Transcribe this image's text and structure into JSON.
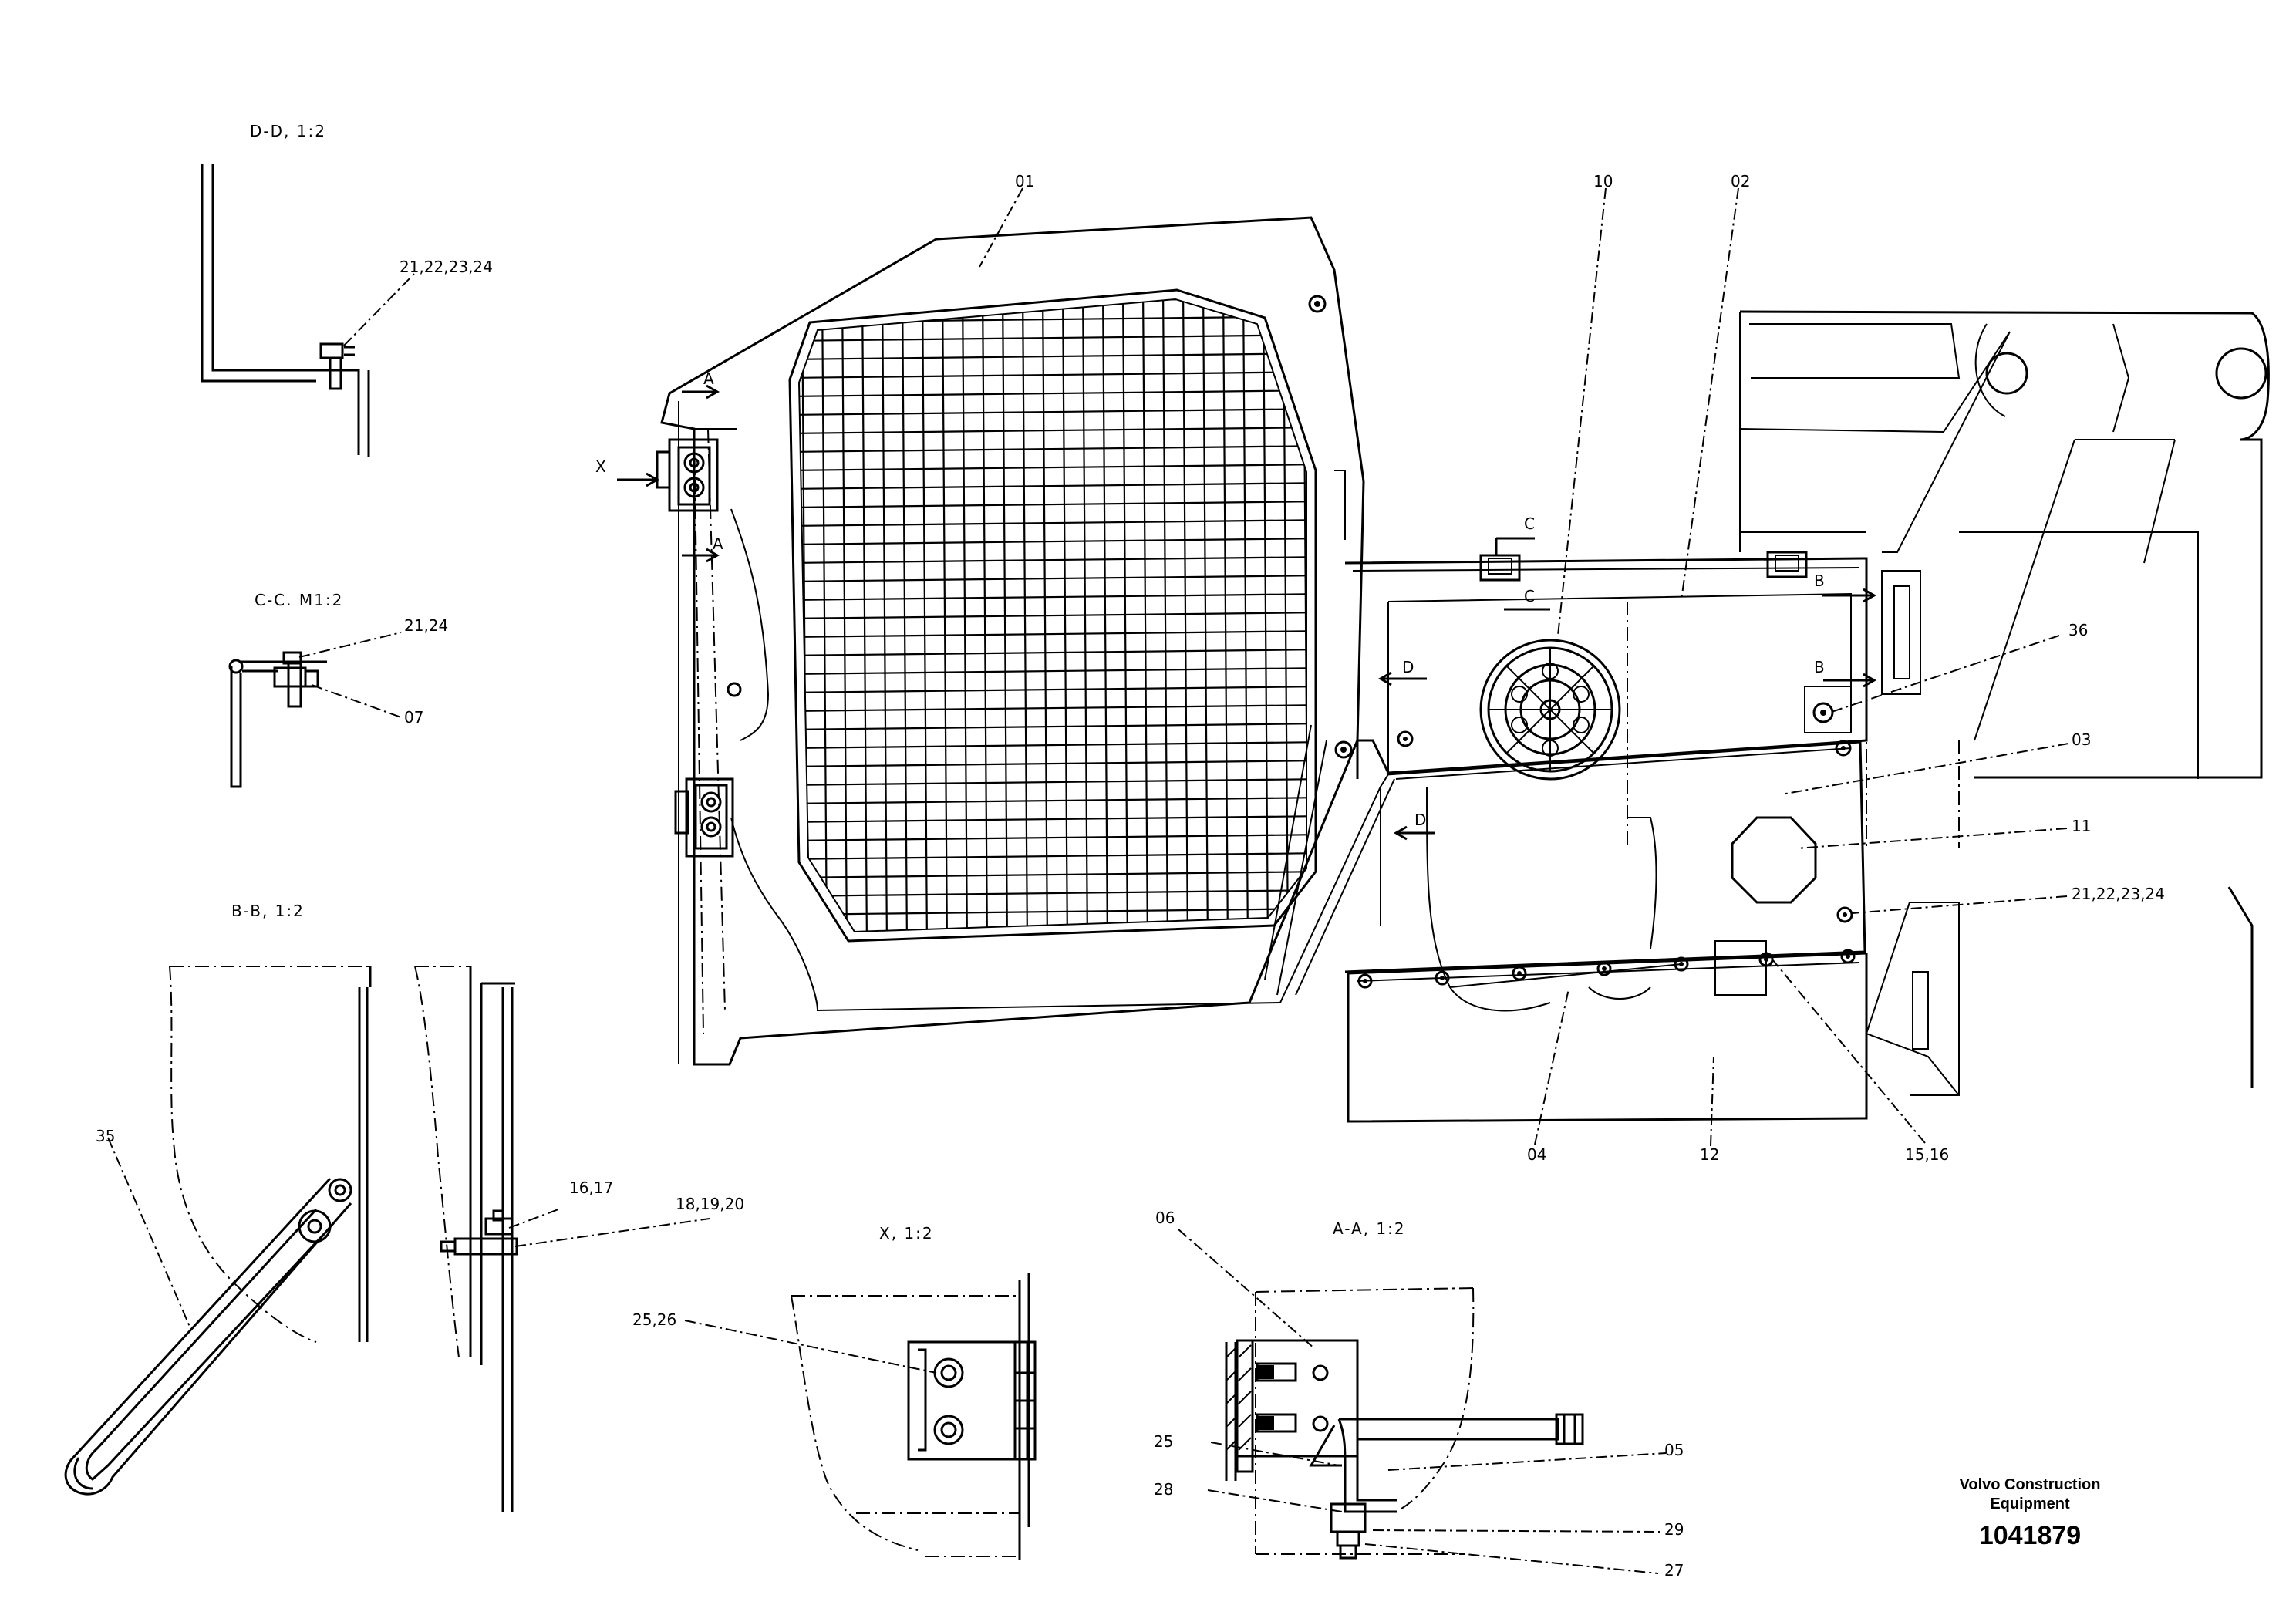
{
  "views": {
    "dd": "D-D,  1:2",
    "cc": "C-C. M1:2",
    "bb": "B-B,  1:2",
    "x": "X,  1:2",
    "aa": "A-A,  1:2"
  },
  "labels": {
    "p01": "01",
    "p10": "10",
    "p02": "02",
    "p36": "36",
    "p03": "03",
    "p11": "11",
    "p21_22_23_24_main": "21,22,23,24",
    "p04": "04",
    "p12": "12",
    "p15_16": "15,16",
    "p21_22_23_24_dd": "21,22,23,24",
    "p21_24": "21,24",
    "p07": "07",
    "p35": "35",
    "p16_17": "16,17",
    "p18_19_20": "18,19,20",
    "p25_26": "25,26",
    "p06": "06",
    "p25": "25",
    "p05": "05",
    "p28": "28",
    "p29": "29",
    "p27": "27"
  },
  "markers": {
    "a": "A",
    "x": "X",
    "b": "B",
    "c": "C",
    "d": "D"
  },
  "company": {
    "line1": "Volvo Construction",
    "line2": "Equipment",
    "number": "1041879"
  }
}
